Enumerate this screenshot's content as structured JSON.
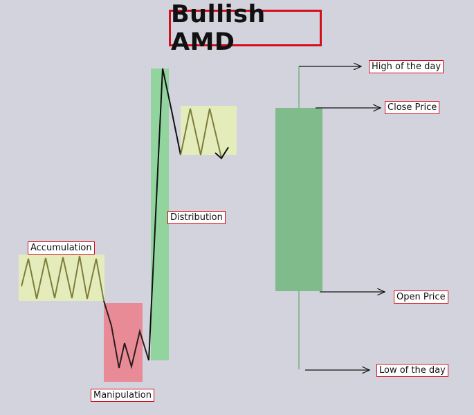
{
  "title": "Bullish AMD",
  "phases": {
    "accumulation": "Accumulation",
    "manipulation": "Manipulation",
    "distribution": "Distribution"
  },
  "candle_labels": {
    "high": "High of the day",
    "close": "Close Price",
    "open": "Open Price",
    "low": "Low of the day"
  },
  "colors": {
    "background": "#d3d3de",
    "accumulation_zone": "#e5ecbc",
    "manipulation_zone": "#e88b96",
    "distribution_zone": "#91d49e",
    "candle_body": "#80bb8c",
    "label_border": "#d40d1c",
    "title_border": "#d40d1c"
  }
}
